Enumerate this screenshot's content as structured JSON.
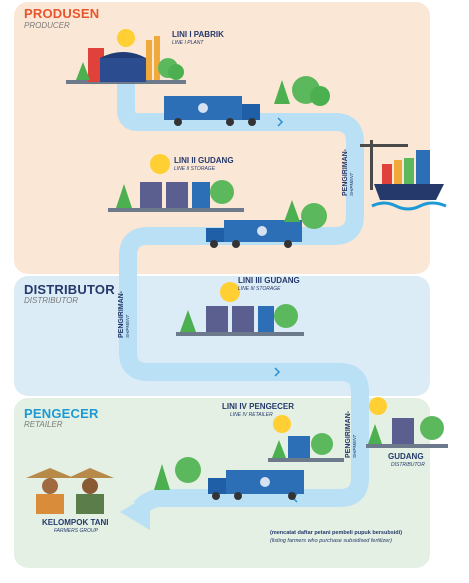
{
  "sections": {
    "producer": {
      "title": "PRODUSEN",
      "subtitle": "PRODUCER",
      "color": "#e8552b"
    },
    "distributor": {
      "title": "DISTRIBUTOR",
      "subtitle": "DISTRIBUTOR",
      "color": "#25396b"
    },
    "retailer": {
      "title": "PENGECER",
      "subtitle": "RETAILER",
      "color": "#1d9ad6"
    }
  },
  "nodes": {
    "plant": {
      "title": "LINI I PABRIK",
      "subtitle": "LINE I PLANT"
    },
    "storage2": {
      "title": "LINI II GUDANG",
      "subtitle": "LINE II STORAGE"
    },
    "storage3": {
      "title": "LINI III GUDANG",
      "subtitle": "LINE III STORAGE"
    },
    "retailer4": {
      "title": "LINI IV PENGECER",
      "subtitle": "LINE IV RETAILER"
    },
    "dist_warehouse": {
      "title": "GUDANG",
      "subtitle": "DISTRIBUTOR"
    },
    "farmers": {
      "title": "KELOMPOK TANI",
      "subtitle": "FARMERS GROUP"
    }
  },
  "shipment": {
    "title": "PENGIRIMAN-",
    "subtitle": "SHIPMENT"
  },
  "note": {
    "line1": "(mencatat daftar petani pembeli pupuk bersubsidi)",
    "line2": "(listing farmers who purchase subsidised fertilizer)"
  },
  "colors": {
    "path": "#b9e0f5",
    "truck": "#2d6fb7",
    "tree": "#5cb85c",
    "storage": "#5a5f8f"
  }
}
